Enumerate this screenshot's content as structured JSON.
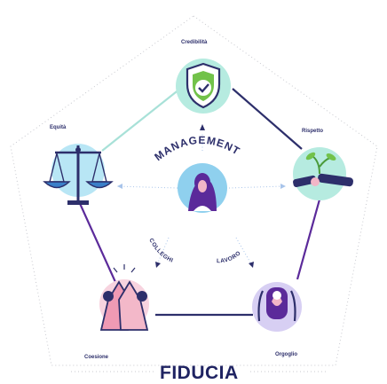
{
  "title": "FIDUCIA",
  "values": {
    "credibilita": "Credibilità",
    "equita": "Equità",
    "rispetto": "Rispetto",
    "coesione": "Coesione",
    "orgoglio": "Orgoglio"
  },
  "center": {
    "top": "MANAGEMENT",
    "bottom_left": "COLLEGHI",
    "bottom_right": "LAVORO"
  },
  "colors": {
    "navy": "#2d2f6b",
    "purple": "#5b2a9a",
    "green": "#72c24a",
    "teal": "#9fe3da",
    "pink": "#f2b6c7",
    "lavender": "#d7cff3",
    "blue": "#8fd0ee"
  },
  "icons": [
    "shield-check-icon",
    "scales-icon",
    "handshake-plant-icon",
    "high-five-icon",
    "trophy-person-icon",
    "person-avatar-icon"
  ]
}
